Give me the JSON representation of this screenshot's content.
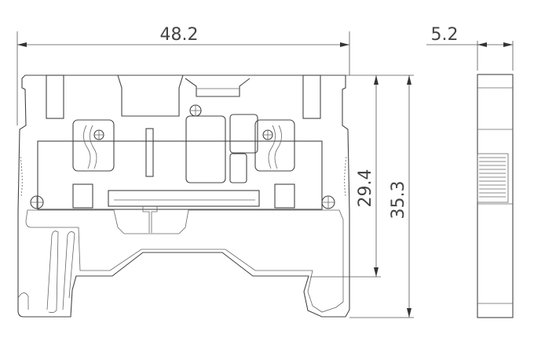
{
  "drawing": {
    "dimensions": {
      "width_front": "48.2",
      "width_side": "5.2",
      "height_inner": "29.4",
      "height_total": "35.3"
    }
  }
}
